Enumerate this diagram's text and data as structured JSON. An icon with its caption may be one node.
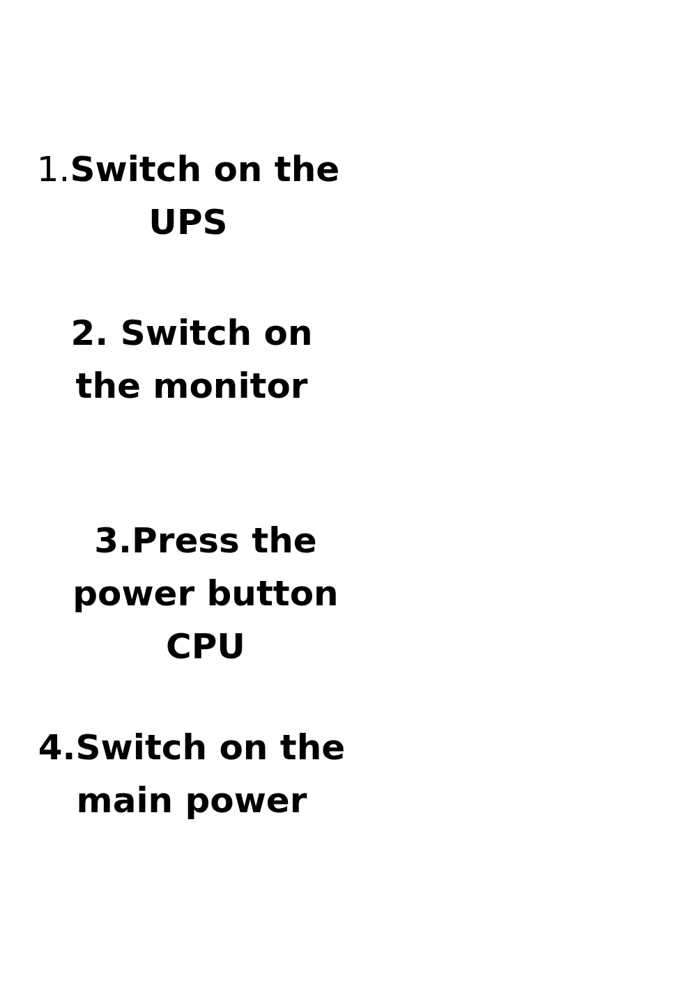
{
  "diagram": {
    "labels": [
      "1.**Switch on the UPS**",
      "2. Switch on the monitor",
      "3.Press the power button CPU",
      "4.Switch on the main power"
    ]
  }
}
